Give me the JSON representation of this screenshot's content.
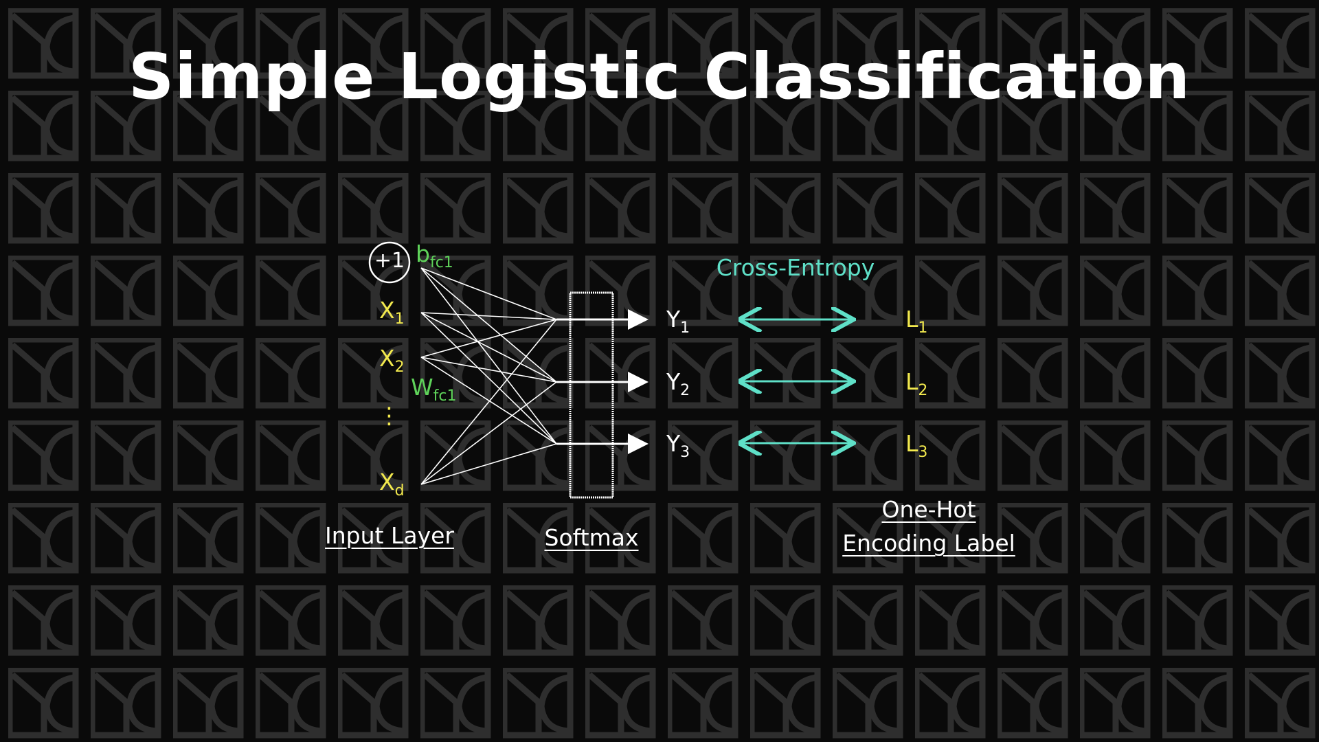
{
  "slide": {
    "title": "Simple Logistic Classification"
  },
  "colors": {
    "background": "#0a0a0a",
    "pattern": "#2e2e2e",
    "inputs": "#f2e94e",
    "weights": "#5fd35a",
    "outputs": "#ffffff",
    "labels": "#f2e94e",
    "cross_entropy": "#5fe0c8"
  },
  "bias_node": {
    "text": "+1"
  },
  "bias_label": {
    "main": "b",
    "sub": "fc1"
  },
  "weight_label": {
    "main": "W",
    "sub": "fc1"
  },
  "inputs": [
    {
      "main": "X",
      "sub": "1"
    },
    {
      "main": "X",
      "sub": "2"
    },
    {
      "main": "⋮",
      "sub": ""
    },
    {
      "main": "X",
      "sub": "d"
    }
  ],
  "outputs": [
    {
      "main": "Y",
      "sub": "1"
    },
    {
      "main": "Y",
      "sub": "2"
    },
    {
      "main": "Y",
      "sub": "3"
    }
  ],
  "labels": [
    {
      "main": "L",
      "sub": "1"
    },
    {
      "main": "L",
      "sub": "2"
    },
    {
      "main": "L",
      "sub": "3"
    }
  ],
  "cross_entropy": "Cross-Entropy",
  "captions": {
    "input_layer": "Input Layer",
    "softmax": "Softmax",
    "one_hot_line1": "One-Hot",
    "one_hot_line2": "Encoding Label"
  },
  "icons": {
    "arrow_right": "arrow-right-icon",
    "double_arrow": "double-arrow-icon"
  }
}
